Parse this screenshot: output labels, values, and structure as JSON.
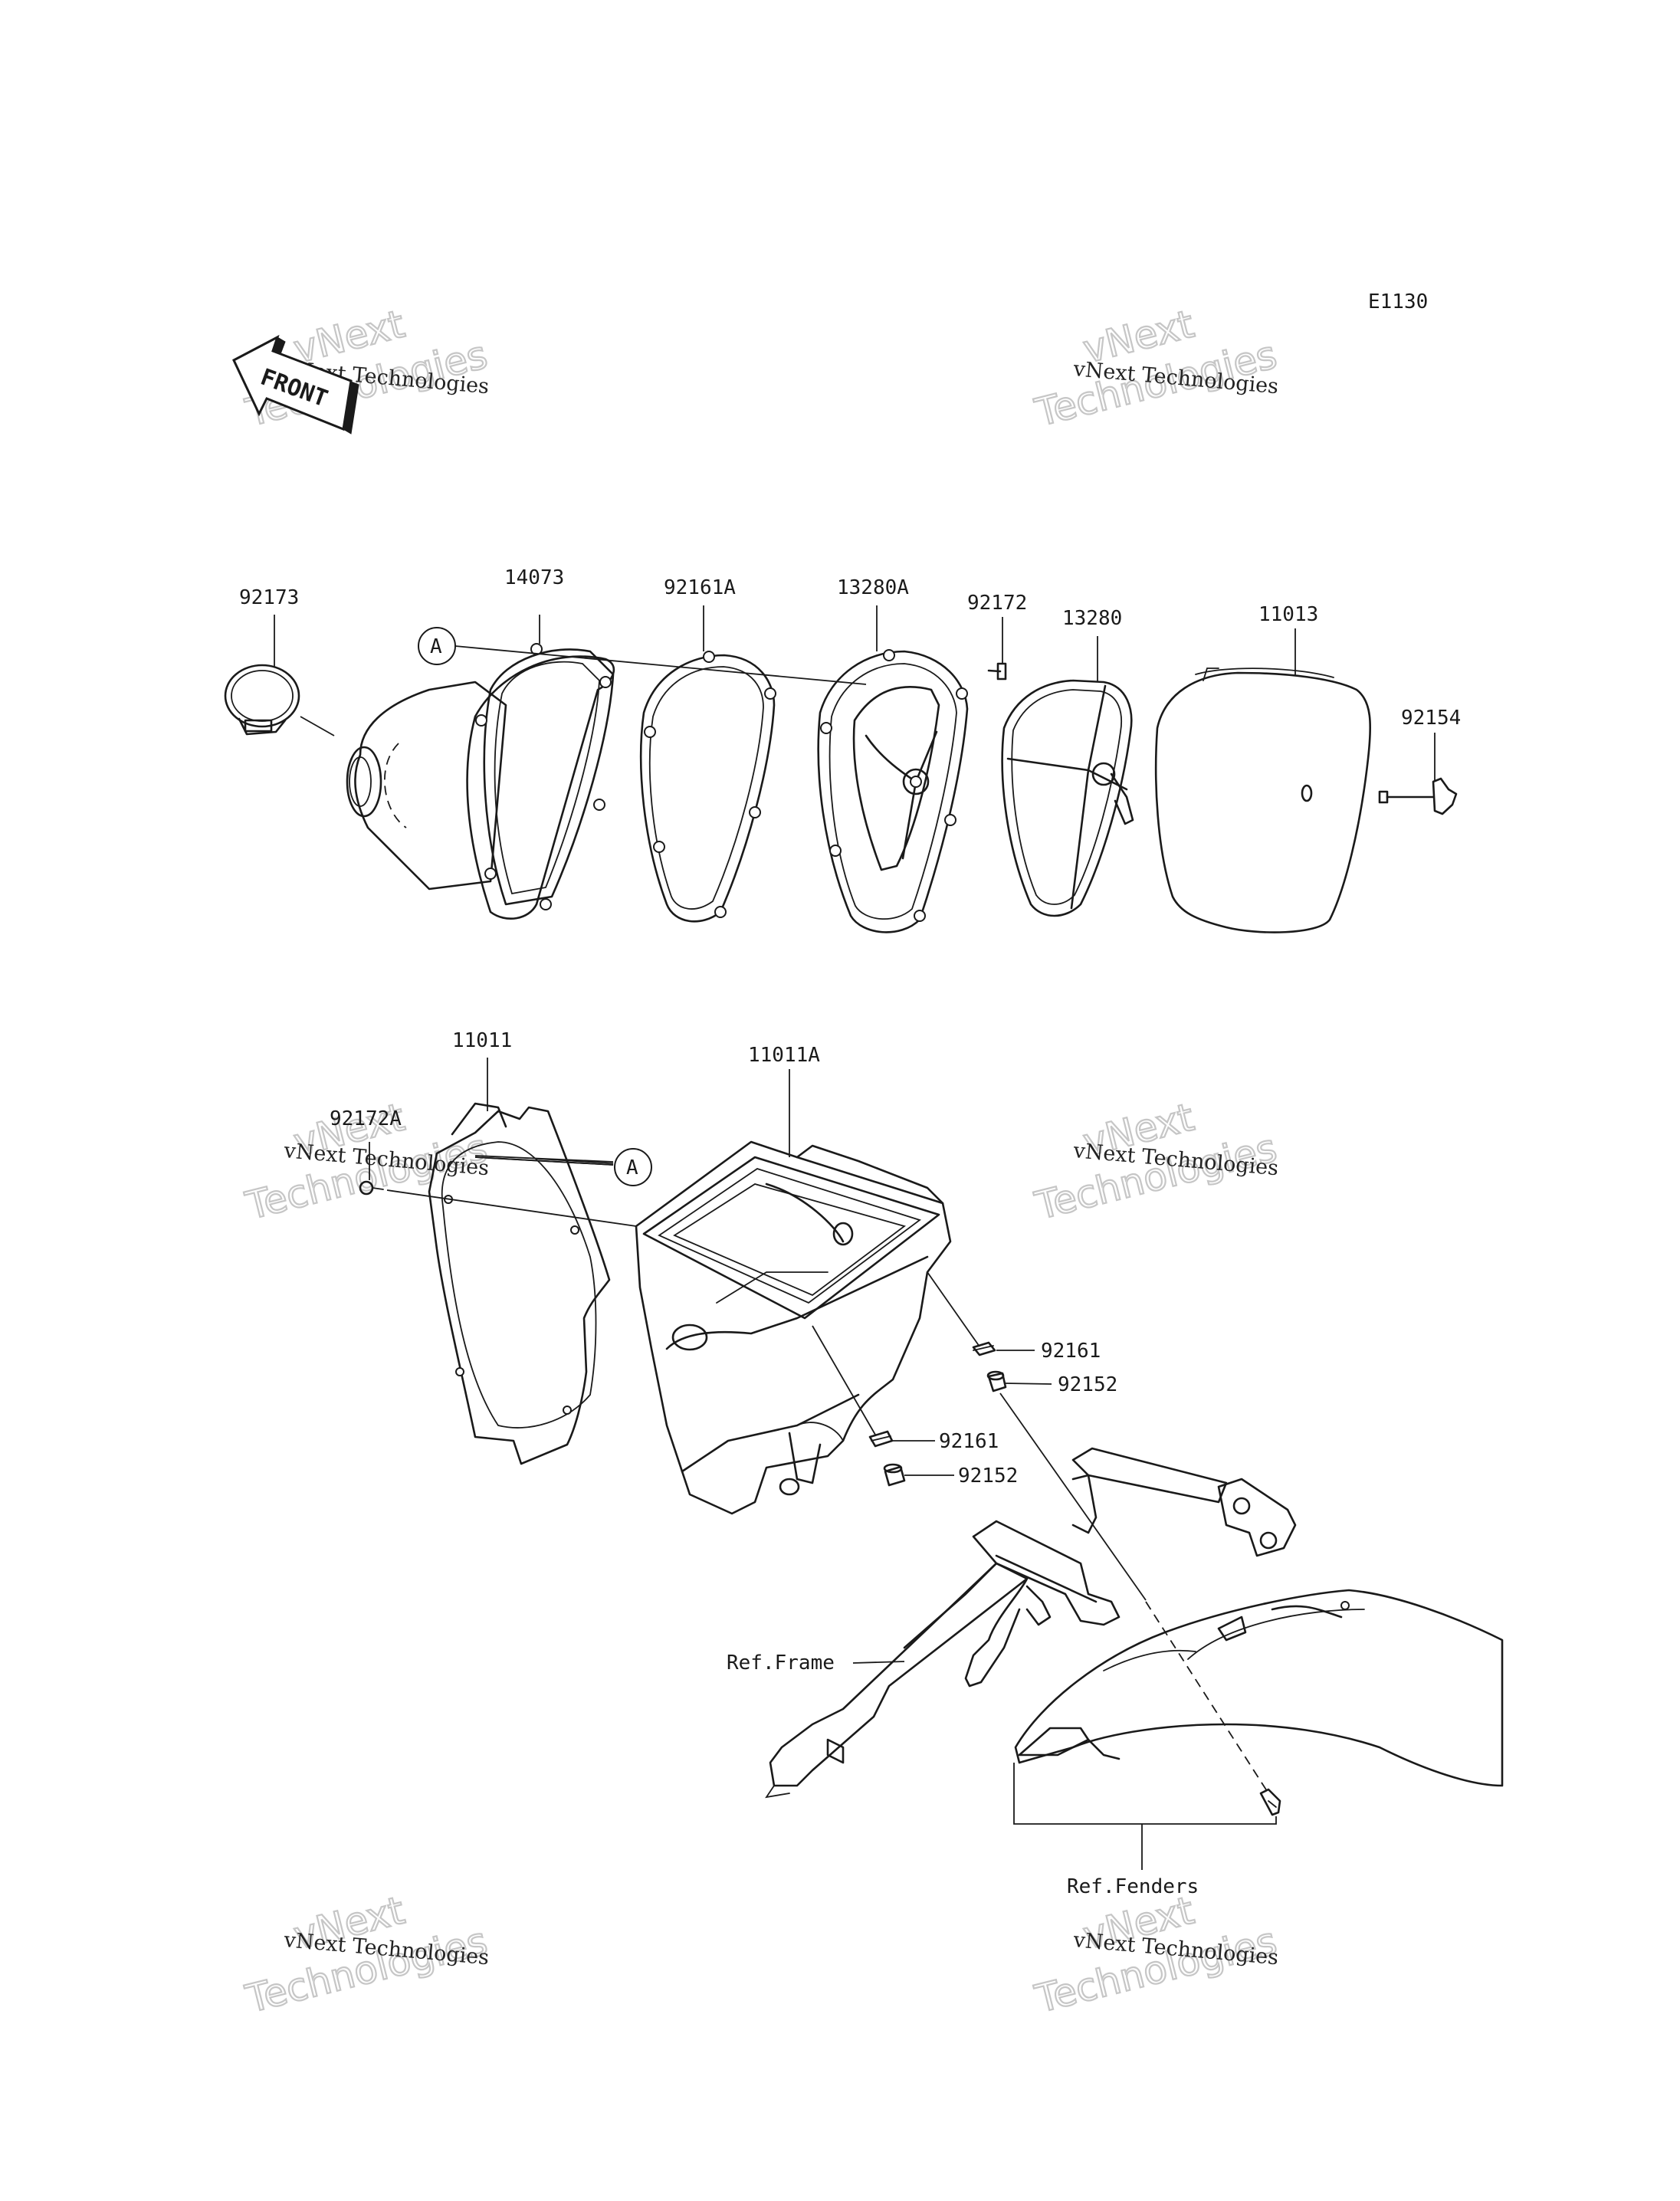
{
  "diagram_code": "E1130",
  "front_marker": {
    "text": "FRONT",
    "icon": "front-direction-arrow-icon"
  },
  "circle_marker": "A",
  "watermark": {
    "line1": "vNext",
    "line2": "Technologies",
    "caption": "vNext Technologies"
  },
  "part_labels": {
    "p92173": "92173",
    "p14073": "14073",
    "p92161A": "92161A",
    "p13280A": "13280A",
    "p92172": "92172",
    "p13280": "13280",
    "p11013": "11013",
    "p92154": "92154",
    "p11011": "11011",
    "p92172A": "92172A",
    "p11011A": "11011A",
    "p92161_upper": "92161",
    "p92152_upper": "92152",
    "p92161_lower": "92161",
    "p92152_lower": "92152"
  },
  "reference_labels": {
    "frame": "Ref.Frame",
    "fenders": "Ref.Fenders"
  }
}
